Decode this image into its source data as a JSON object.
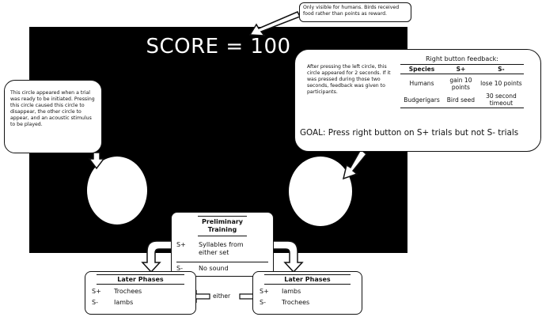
{
  "score": "SCORE = 100",
  "top_note": "Only visible for humans. Birds received food rather than points as reward.",
  "left_note": "This circle appeared when a trial was ready to be initiated. Pressing this circle caused this circle to disappear, the other circle to appear, and an acoustic stimulus to be played.",
  "right_note": "After pressing the left circle, this circle appeared for 2 seconds. If it was pressed during those two seconds, feedback was given to participants.",
  "feedback": {
    "title": "Right button feedback:",
    "headers": [
      "Species",
      "S+",
      "S-"
    ],
    "rows": [
      [
        "Humans",
        "gain 10 points",
        "lose 10 points"
      ],
      [
        "Budgerigars",
        "Bird seed",
        "30 second timeout"
      ]
    ]
  },
  "goal": "GOAL: Press right button on S+ trials but not S- trials",
  "preliminary": {
    "title": "Preliminary Training",
    "rows": [
      [
        "S+",
        "Syllables from either set"
      ],
      [
        "S-",
        "No sound"
      ]
    ]
  },
  "later_left": {
    "title": "Later Phases",
    "rows": [
      [
        "S+",
        "Trochees"
      ],
      [
        "S-",
        "Iambs"
      ]
    ]
  },
  "later_right": {
    "title": "Later Phases",
    "rows": [
      [
        "S+",
        "Iambs"
      ],
      [
        "S-",
        "Trochees"
      ]
    ]
  },
  "either": "either"
}
